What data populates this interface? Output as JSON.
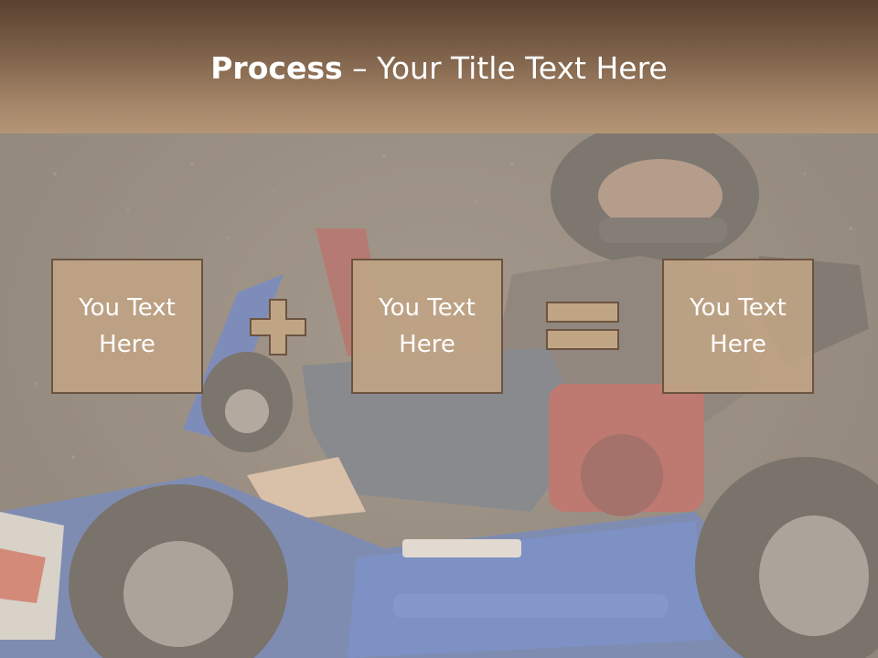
{
  "slide": {
    "title_bold": "Process",
    "title_separator": " – ",
    "title_rest": "Your Title Text Here"
  },
  "boxes": [
    {
      "label": "You Text Here"
    },
    {
      "label": "You Text Here"
    },
    {
      "label": "You Text Here"
    }
  ],
  "operators": {
    "first": "plus-icon",
    "second": "equals-icon"
  },
  "colors": {
    "header_top": "#5a4230",
    "header_bottom": "#b49676",
    "box_fill": "#bea284",
    "box_border": "#6b5440",
    "operator_fill": "#bfa584",
    "operator_border": "#6b5440",
    "title_text": "#ffffff"
  },
  "background_image": "go-kart-racer-photo"
}
